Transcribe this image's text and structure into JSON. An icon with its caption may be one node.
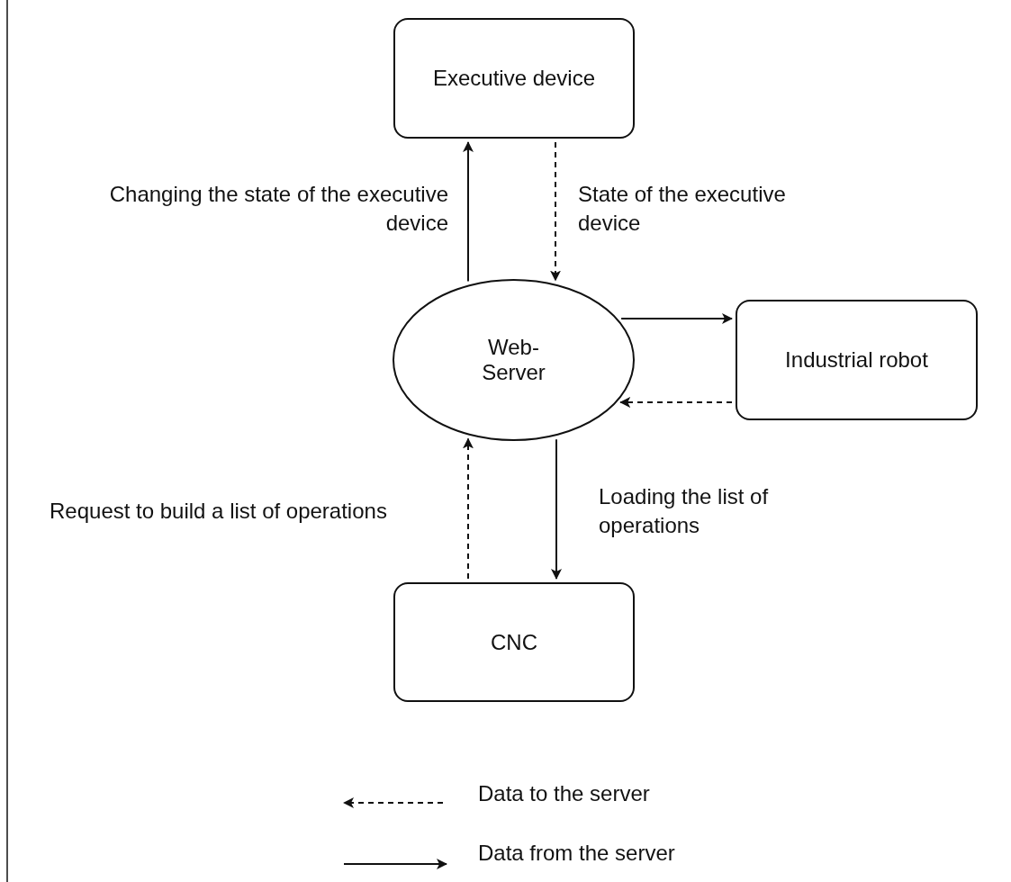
{
  "diagram": {
    "nodes": [
      {
        "text": [
          "Executive device"
        ]
      },
      {
        "text": [
          "Web-Server"
        ]
      },
      {
        "text": [
          "Industrial robot"
        ]
      },
      {
        "text": [
          "CNC"
        ]
      }
    ],
    "edges": [
      {
        "from": 1,
        "to": 0,
        "arrow": "to",
        "label": "Changing the state of the executive device"
      },
      {
        "from": 0,
        "to": 1,
        "arrow": "to",
        "style": "dashed",
        "label": "State of the executive device"
      },
      {
        "from": 1,
        "to": 2,
        "arrow": "to"
      },
      {
        "from": 2,
        "to": 1,
        "arrow": "to",
        "style": "dashed"
      },
      {
        "from": 3,
        "to": 1,
        "arrow": "to",
        "style": "dashed",
        "label": "Request to build a list of operations"
      },
      {
        "from": 1,
        "to": 3,
        "arrow": "to",
        "label": "Loading the list of operations"
      }
    ],
    "legend": [
      {
        "text": "Data to the server"
      },
      {
        "text": "Data from the server"
      }
    ]
  }
}
